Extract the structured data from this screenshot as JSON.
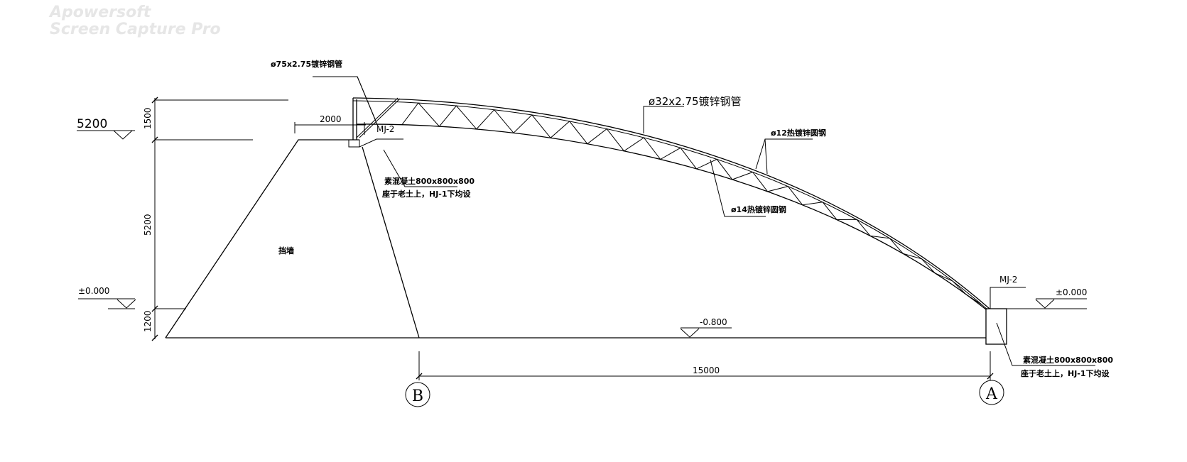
{
  "watermark": {
    "line1": "Apowersoft",
    "line2": "Screen Capture Pro"
  },
  "labels": {
    "pipe75": "ø75x2.75镀锌钢管",
    "pipe32": "ø32x2.75镀锌钢管",
    "rod12": "ø12热镀锌圆钢",
    "rod14": "ø14热镀锌圆钢",
    "mj_left": "MJ-2",
    "mj_right": "MJ-2",
    "footing_left_1": "素混凝土800x800x800",
    "footing_left_2": "座于老土上，HJ-1下均设",
    "footing_right_1": "素混凝土800x800x800",
    "footing_right_2": "座于老土上，HJ-1下均设",
    "retaining_wall": "挡墙"
  },
  "dimensions": {
    "elev_5200": "5200",
    "elev_zero_left": "±0.000",
    "elev_zero_right": "±0.000",
    "elev_minus": "-0.800",
    "dim_1500": "1500",
    "dim_5200": "5200",
    "dim_1200": "1200",
    "dim_2000": "2000",
    "dim_15000": "15000"
  },
  "axes": {
    "left": "B",
    "right": "A"
  }
}
